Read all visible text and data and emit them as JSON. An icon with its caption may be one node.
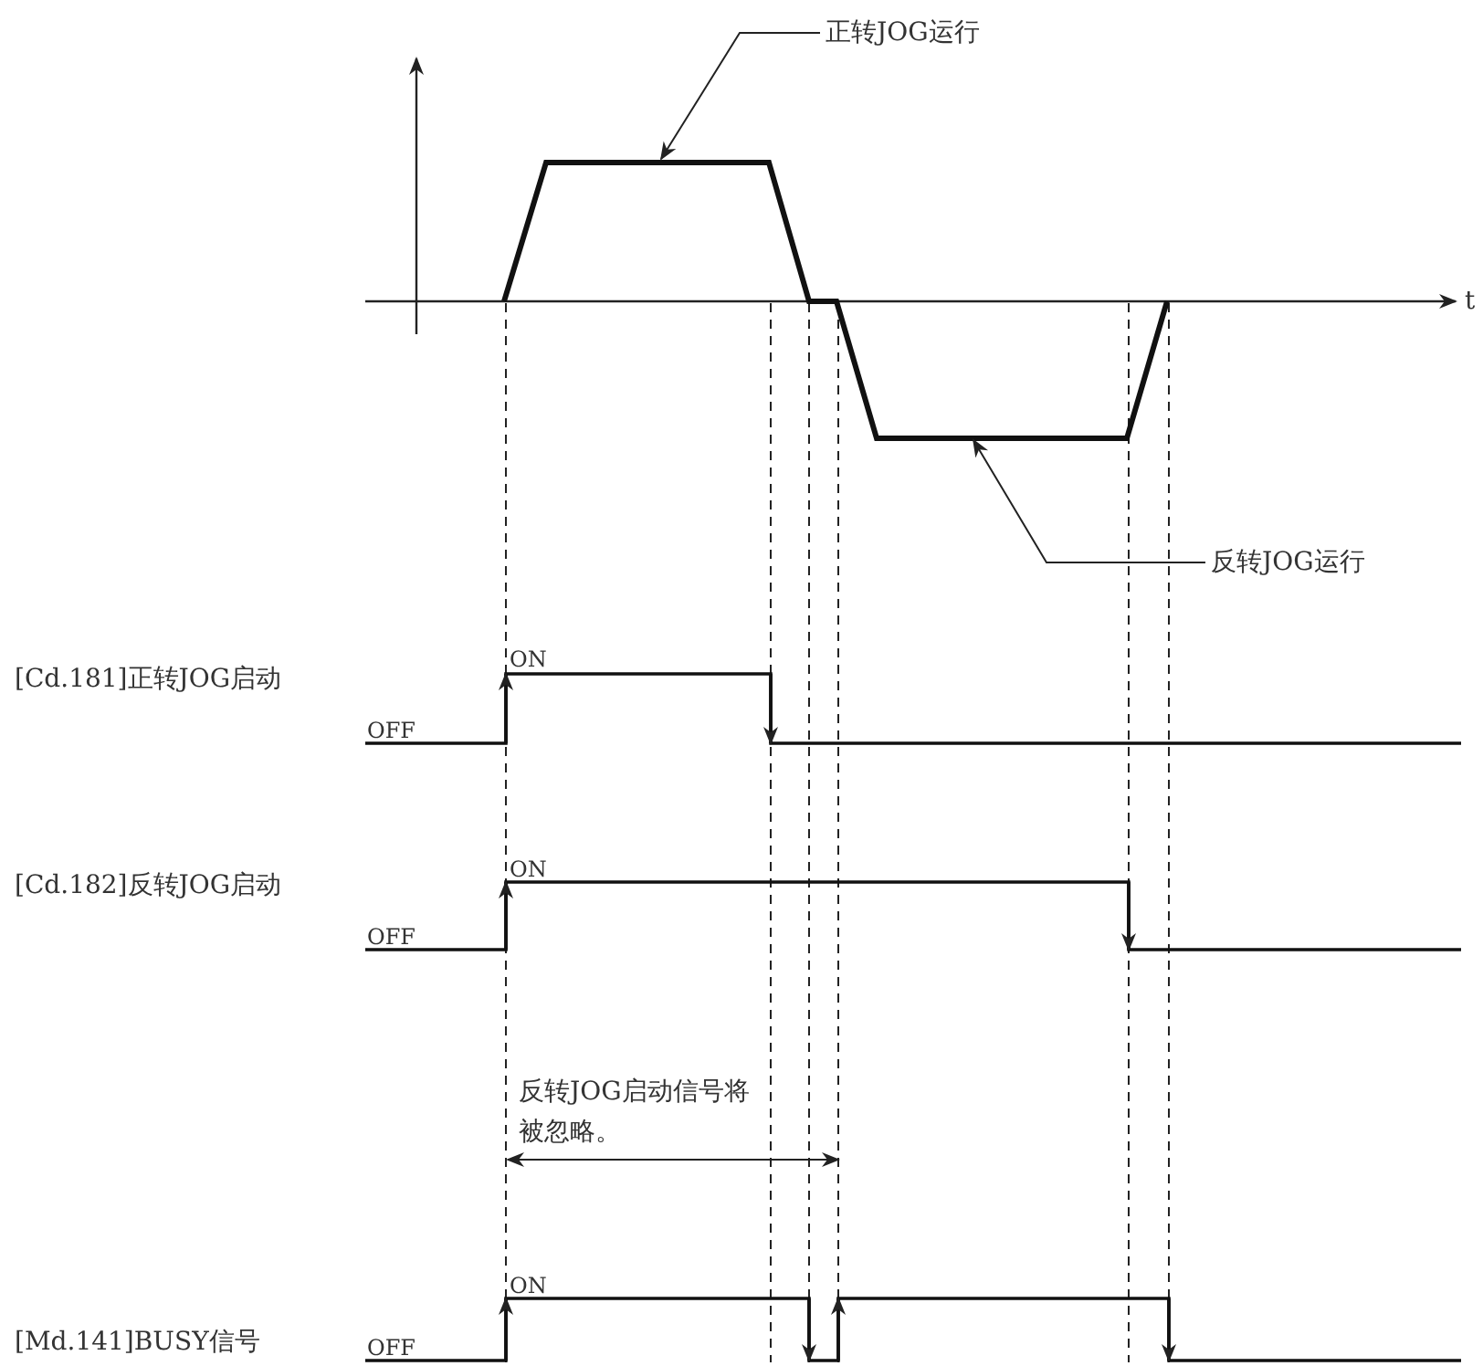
{
  "diagram": {
    "nodes": [
      {
        "text": [
          "正转JOG运行"
        ]
      },
      {
        "text": [
          "反转JOG运行"
        ]
      },
      {
        "text": [],
        "shape": "line"
      }
    ],
    "edges": [
      {
        "from": 0,
        "to": 2,
        "arrow": "to"
      },
      {
        "from": 1,
        "to": 2,
        "arrow": "to"
      }
    ],
    "labels": [
      "t",
      "ON",
      "[Cd.181]正转JOG启动",
      "OFF",
      "ON",
      "[Cd.182]反转JOG启动",
      "OFF",
      "反转JOG启动信号将被忽略。",
      "ON",
      "[Md.141]BUSY信号",
      "OFF"
    ]
  }
}
